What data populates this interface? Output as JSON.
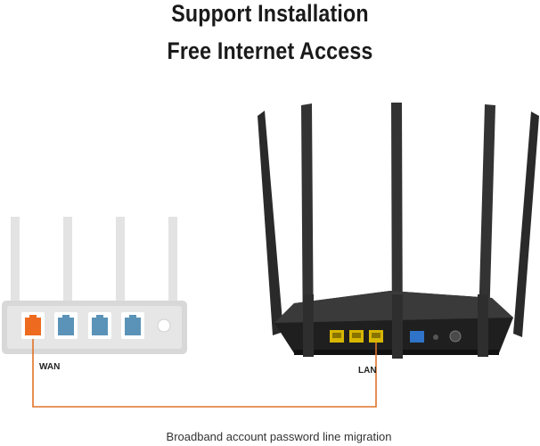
{
  "headline": {
    "line1": "Support Installation",
    "line2": "Free Internet Access"
  },
  "ports": {
    "wan_label": "WAN",
    "lan_label": "LAN"
  },
  "caption": "Broadband account password line migration",
  "colors": {
    "old_router": "#dcdcdc",
    "wan_port": "#ee6a1f",
    "lan_port_old": "#5b93b8",
    "new_router": "#2a2a2a",
    "lan_port_new": "#d7b600",
    "wan_port_new": "#2f74c8",
    "migration_line": "#e0732a"
  }
}
